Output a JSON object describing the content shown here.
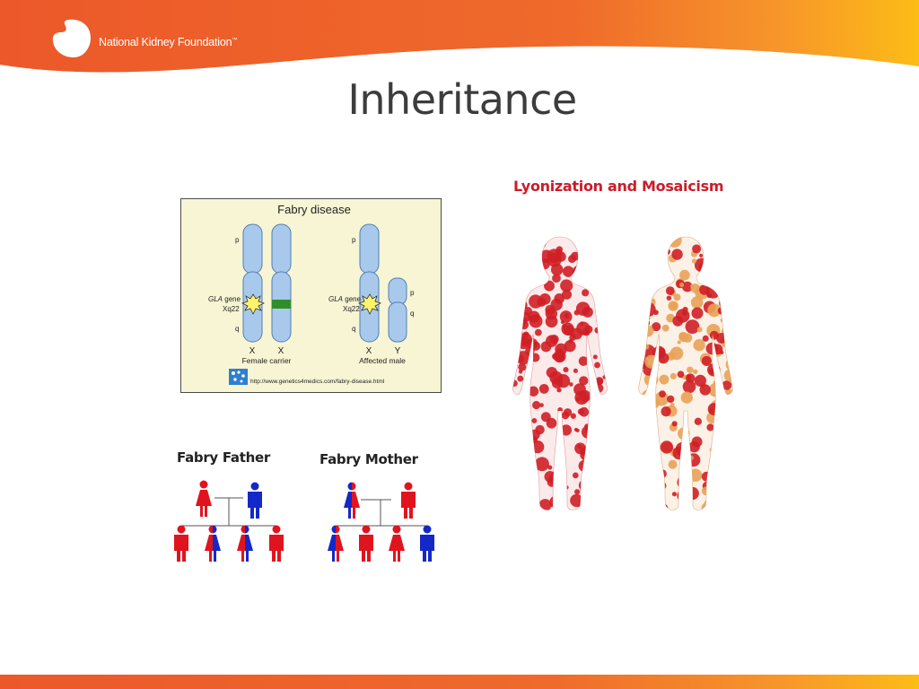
{
  "slide": {
    "title": "Inheritance"
  },
  "brand": {
    "name": "National Kidney Foundation",
    "trademark": "™",
    "colors": {
      "orange": "#ee5a2a",
      "yellow": "#fbb317",
      "title_gray": "#3c3c3c"
    }
  },
  "fabry_diagram": {
    "title": "Fabry disease",
    "female": {
      "arm_p": "p",
      "arm_q": "q",
      "gene_label": "GLA",
      "gene_suffix": " gene",
      "locus": "Xq22",
      "chrom_left": "X",
      "chrom_right": "X",
      "caption": "Female carrier"
    },
    "male": {
      "arm_p": "p",
      "arm_q": "q",
      "gene_label": "GLA",
      "gene_suffix": " gene",
      "locus": "Xq22",
      "y_arm_p": "p",
      "y_arm_q": "q",
      "chrom_left": "X",
      "chrom_right": "Y",
      "caption": "Affected male"
    },
    "source_url": "http://www.genetics4medics.com/fabry-disease.html"
  },
  "pedigrees": {
    "father": {
      "title": "Fabry Father"
    },
    "mother": {
      "title": "Fabry Mother"
    },
    "colors": {
      "affected": "#e0141e",
      "unaffected": "#1428c8"
    }
  },
  "lyonization": {
    "title": "Lyonization and Mosaicism",
    "colors": {
      "red": "#cf1f26",
      "orange": "#e8a258"
    }
  }
}
